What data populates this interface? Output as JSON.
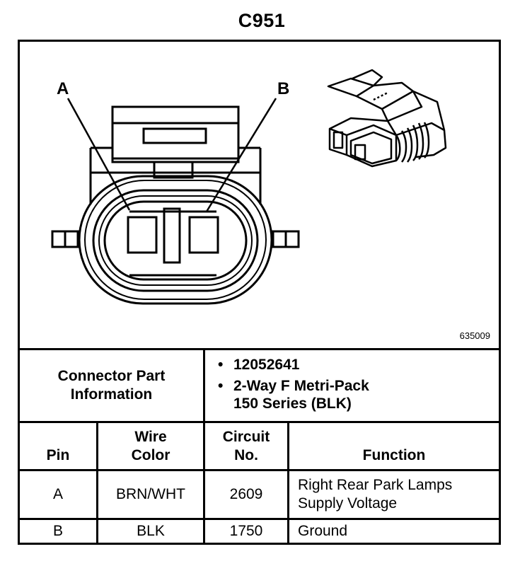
{
  "title": "C951",
  "figure": {
    "id": "635009",
    "pin_labels": [
      "A",
      "B"
    ],
    "views": [
      "connector-face-view",
      "connector-isometric-view"
    ]
  },
  "connector_info": {
    "label": "Connector Part Information",
    "label_lines": [
      "Connector Part",
      "Information"
    ],
    "bullet": "•",
    "items": [
      {
        "lines": [
          "12052641"
        ]
      },
      {
        "lines": [
          "2-Way F Metri-Pack",
          "150 Series (BLK)"
        ]
      }
    ]
  },
  "table": {
    "headers": [
      {
        "lines": [
          "Pin"
        ]
      },
      {
        "lines": [
          "Wire",
          "Color"
        ]
      },
      {
        "lines": [
          "Circuit",
          "No."
        ]
      },
      {
        "lines": [
          "Function"
        ]
      }
    ],
    "rows": [
      {
        "pin": "A",
        "wire_color": "BRN/WHT",
        "circuit": "2609",
        "function_lines": [
          "Right Rear Park Lamps",
          "Supply Voltage"
        ]
      },
      {
        "pin": "B",
        "wire_color": "BLK",
        "circuit": "1750",
        "function_lines": [
          "Ground"
        ]
      }
    ]
  }
}
